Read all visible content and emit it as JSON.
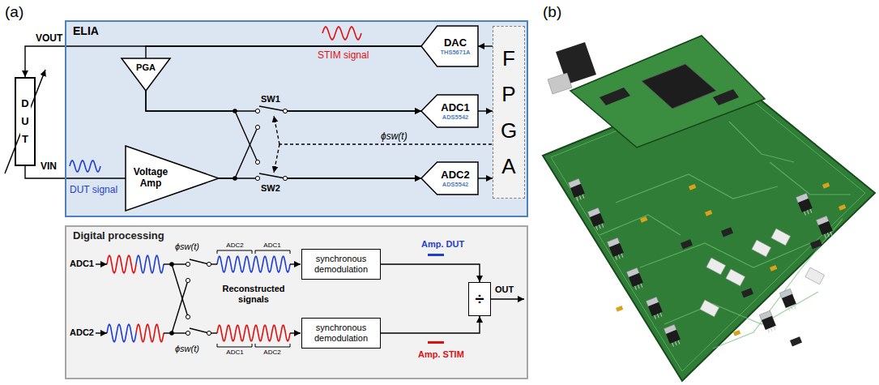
{
  "diagram": {
    "nodes": [
      {
        "text": [
          "ELIA"
        ]
      },
      {
        "text": [
          "DUT"
        ]
      },
      {
        "text": [
          "DAC",
          "THS5671A"
        ],
        "in": 0
      },
      {
        "text": [
          "PGA"
        ],
        "in": 0
      },
      {
        "text": [
          "ADC1",
          "ADS5542"
        ],
        "in": 0
      },
      {
        "text": [
          "ADC2",
          "ADS5542"
        ],
        "in": 0
      },
      {
        "text": [
          "FPGA"
        ],
        "in": 0
      },
      {
        "text": [
          "Voltage Amp"
        ],
        "in": 0
      },
      {
        "text": [
          "Digital processing"
        ]
      },
      {
        "text": [
          "synchronous demodulation"
        ],
        "in": 8
      },
      {
        "text": [
          "synchronous demodulation"
        ],
        "in": 8
      },
      {
        "text": [
          "÷"
        ],
        "in": 8
      }
    ],
    "edges": [
      {
        "from": 2,
        "to": 1,
        "arrow": "to"
      },
      {
        "from": 2,
        "to": 3,
        "arrow": "none"
      },
      {
        "from": 1,
        "to": 7,
        "arrow": "none"
      },
      {
        "from": 3,
        "to": 4,
        "arrow": "to"
      },
      {
        "from": 3,
        "to": 5,
        "arrow": "to"
      },
      {
        "from": 7,
        "to": 4,
        "arrow": "to"
      },
      {
        "from": 7,
        "to": 5,
        "arrow": "to"
      },
      {
        "from": 6,
        "to": 2,
        "arrow": "to"
      },
      {
        "from": 4,
        "to": 6,
        "arrow": "to"
      },
      {
        "from": 5,
        "to": 6,
        "arrow": "to"
      },
      {
        "from": 9,
        "to": 11,
        "arrow": "to"
      },
      {
        "from": 10,
        "to": 11,
        "arrow": "to"
      }
    ],
    "labels": [
      "(a)",
      "(b)",
      "VOUT",
      "STIM signal",
      "VIN",
      "DUT signal",
      "SW1",
      "ϕsw(t)",
      "SW2",
      "ADC1",
      "ADC2",
      "ϕsw(t)",
      "ϕsw(t)",
      "ADC2",
      "ADC1",
      "Reconstructed signals",
      "ADC1",
      "ADC2",
      "Amp. DUT",
      "Amp. STIM",
      "OUT"
    ]
  }
}
